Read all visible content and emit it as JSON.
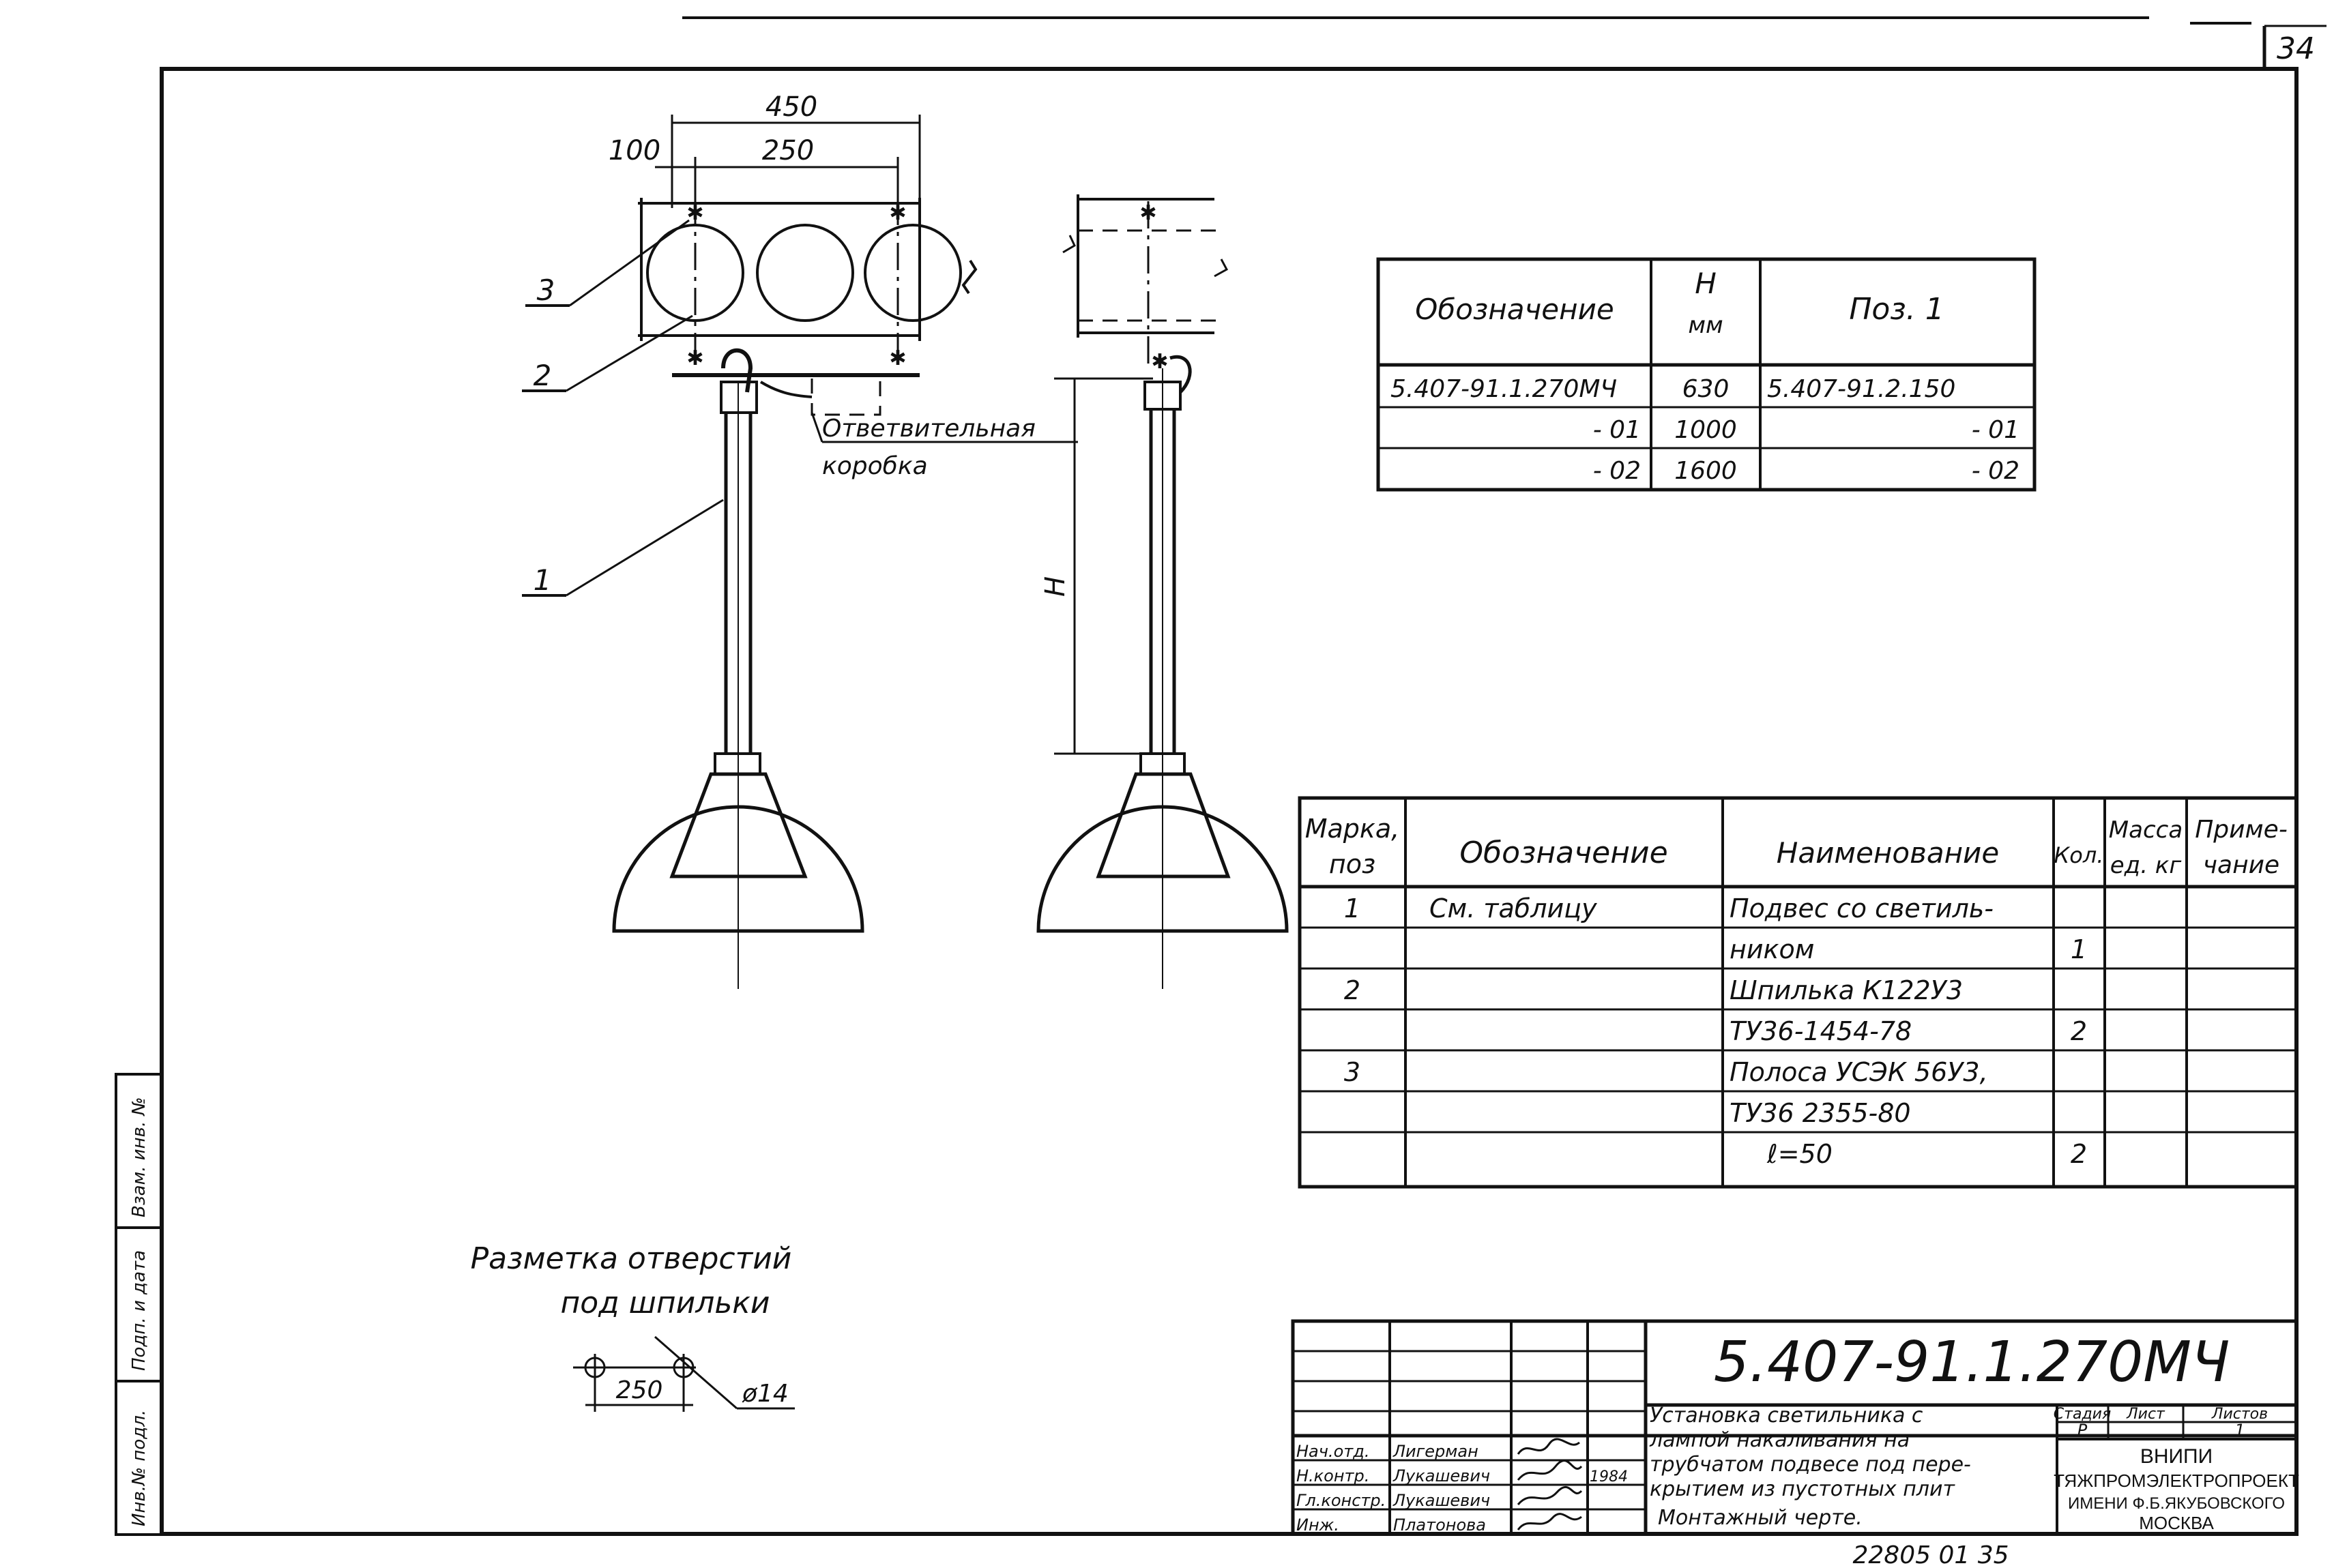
{
  "sheet": {
    "page_number": "34",
    "bottom_stamp": "22805 01 35",
    "left_strip": [
      "Инв.№ подл.",
      "Подп. и дата",
      "Взам. инв. №"
    ]
  },
  "drawing": {
    "dimensions": {
      "total_width": "450",
      "edge_offset": "100",
      "hole_spacing": "250",
      "height_label": "H"
    },
    "callouts": [
      "3",
      "2",
      "1"
    ],
    "junction_box_label_line1": "Ответвительная",
    "junction_box_label_line2": "коробка"
  },
  "marking": {
    "title_line1": "Разметка отверстий",
    "title_line2": "под шпильки",
    "spacing": "250",
    "diameter": "ø14"
  },
  "variant_table": {
    "headers": {
      "designation": "Обозначение",
      "h_top": "H",
      "h_bottom": "мм",
      "pos": "Поз. 1"
    },
    "rows": [
      {
        "designation": "5.407-91.1.270МЧ",
        "h": "630",
        "pos": "5.407-91.2.150"
      },
      {
        "designation": "- 01",
        "h": "1000",
        "pos": "- 01"
      },
      {
        "designation": "- 02",
        "h": "1600",
        "pos": "- 02"
      }
    ]
  },
  "spec_table": {
    "headers": {
      "mark_l1": "Марка,",
      "mark_l2": "поз",
      "designation": "Обозначение",
      "name": "Наименование",
      "qty": "Кол.",
      "mass_l1": "Масса",
      "mass_l2": "ед. кг",
      "note_l1": "Приме-",
      "note_l2": "чание"
    },
    "rows": [
      {
        "mark": "1",
        "designation": "См. таблицу",
        "name": "Подвес со светиль-",
        "qty": ""
      },
      {
        "mark": "",
        "designation": "",
        "name": "ником",
        "qty": "1"
      },
      {
        "mark": "2",
        "designation": "",
        "name": "Шпилька К122У3",
        "qty": ""
      },
      {
        "mark": "",
        "designation": "",
        "name": "ТУ36-1454-78",
        "qty": "2"
      },
      {
        "mark": "3",
        "designation": "",
        "name": "Полоса УСЭК 56У3,",
        "qty": ""
      },
      {
        "mark": "",
        "designation": "",
        "name": "ТУ36 2355-80",
        "qty": ""
      },
      {
        "mark": "",
        "designation": "",
        "name": "ℓ=50",
        "qty": "2"
      }
    ]
  },
  "title_block": {
    "doc_number": "5.407-91.1.270МЧ",
    "title_lines": [
      "Установка светильника с",
      "лампой накаливания на",
      "трубчатом подвесе под пере-",
      "крытием из пустотных плит",
      "Монтажный черте."
    ],
    "stage_header": "Стадия",
    "sheet_header": "Лист",
    "sheets_header": "Листов",
    "stage": "Р",
    "sheet": "",
    "sheets": "1",
    "org_lines": [
      "ВНИПИ",
      "ТЯЖПРОМЭЛЕКТРОПРОЕКТ",
      "ИМЕНИ Ф.Б.ЯКУБОВСКОГО",
      "МОСКВА"
    ],
    "staff": [
      {
        "role": "Нач.отд.",
        "name": "Лигерман"
      },
      {
        "role": "Н.контр.",
        "name": "Лукашевич"
      },
      {
        "role": "Гл.констр.",
        "name": "Лукашевич"
      },
      {
        "role": "Инж.",
        "name": "Платонова"
      }
    ],
    "date": "1984"
  }
}
